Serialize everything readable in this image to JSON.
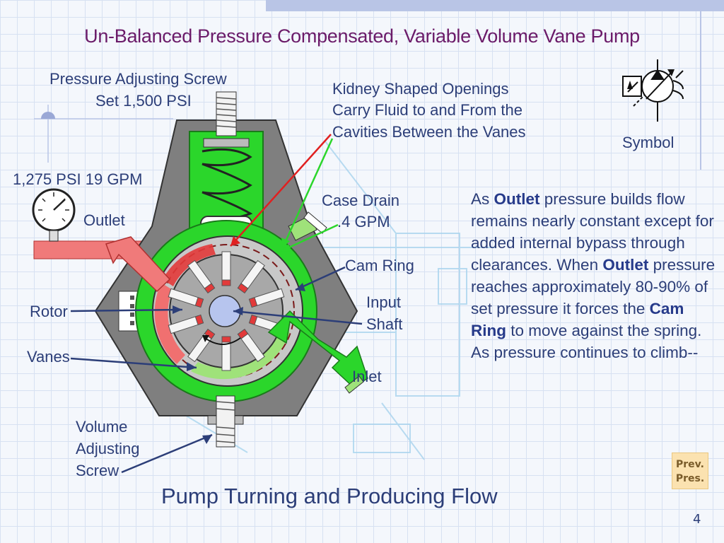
{
  "title": "Un-Balanced Pressure Compensated, Variable Volume Vane Pump",
  "labels": {
    "pressure_screw_line1": "Pressure Adjusting Screw",
    "pressure_screw_line2": "Set 1,500 PSI",
    "kidney_line1": "Kidney Shaped Openings",
    "kidney_line2": "Carry Fluid to and From the",
    "kidney_line3": "Cavities Between the Vanes",
    "symbol": "Symbol",
    "gauge_reading": "1,275 PSI 19 GPM",
    "outlet": "Outlet",
    "case_drain_line1": "Case Drain",
    "case_drain_line2": ".4 GPM",
    "cam_ring": "Cam Ring",
    "input_shaft_line1": "Input",
    "input_shaft_line2": "Shaft",
    "rotor": "Rotor",
    "vanes": "Vanes",
    "inlet": "Inlet",
    "volume_screw_line1": "Volume",
    "volume_screw_line2": "Adjusting",
    "volume_screw_line3": "Screw"
  },
  "description": {
    "p1": "As ",
    "b1": "Outlet",
    "p2": " pressure builds flow remains nearly constant except for added internal bypass through clearances. When ",
    "b2": "Outlet",
    "p3": " pressure reaches approximately 80-90% of set pressure it forces the ",
    "b3": "Cam Ring",
    "p4": " to move against the spring. As pressure continues to climb--"
  },
  "caption": "Pump Turning and Producing Flow",
  "nav": {
    "prev_line1": "Prev.",
    "prev_line2": "Pres."
  },
  "page_number": "4",
  "colors": {
    "title": "#6b1b69",
    "text": "#2c3e78",
    "green": "#2bd62b",
    "red": "#e23a3a",
    "housing": "#808080"
  }
}
